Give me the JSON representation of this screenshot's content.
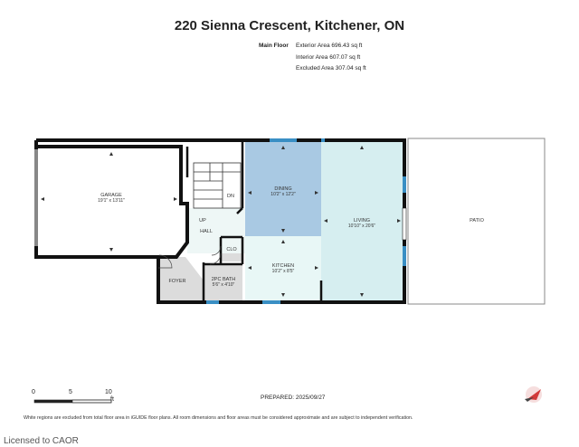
{
  "header": {
    "title": "220 Sienna Crescent, Kitchener, ON"
  },
  "areas": {
    "floor_label": "Main Floor",
    "exterior": "Exterior Area 696.43 sq ft",
    "interior": "Interior Area 607.07 sq ft",
    "excluded": "Excluded Area 307.04 sq ft"
  },
  "rooms": {
    "garage": {
      "name": "GARAGE",
      "dim": "19'1\" x 13'11\""
    },
    "dining": {
      "name": "DINING",
      "dim": "10'2\" x 12'2\""
    },
    "living": {
      "name": "LIVING",
      "dim": "10'10\" x 20'6\""
    },
    "patio": {
      "name": "PATIO"
    },
    "kitchen": {
      "name": "KITCHEN",
      "dim": "10'2\" x 8'5\""
    },
    "bath": {
      "name": "2PC BATH",
      "dim": "5'6\" x 4'10\""
    },
    "hall": {
      "name": "HALL"
    },
    "clo": {
      "name": "CLO"
    },
    "foyer": {
      "name": "FOYER"
    },
    "up": {
      "name": "UP"
    },
    "dn": {
      "name": "DN"
    }
  },
  "scale": {
    "ticks": [
      "0",
      "5",
      "10"
    ],
    "unit": "ft"
  },
  "prepared": "PREPARED: 2025/09/27",
  "footnote": "White regions are excluded from total floor area in iGUIDE floor plans. All room dimensions and floor areas must be considered approximate and are subject to independent verification.",
  "license": "Licensed to CAOR",
  "colors": {
    "dining": "#a9c9e3",
    "living": "#d6eef0",
    "kitchen": "#e8f7f6",
    "grey_rooms": "#dcdcdc",
    "walls": "#111111",
    "window": "#3a8fc4"
  }
}
